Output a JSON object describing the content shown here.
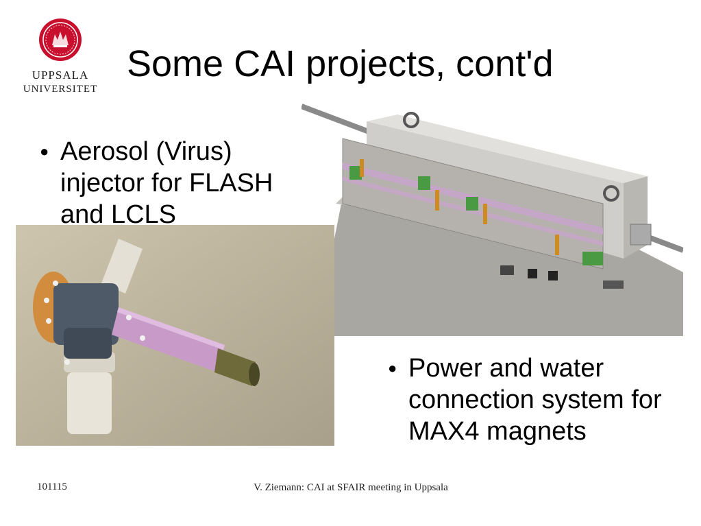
{
  "logo": {
    "line1": "UPPSALA",
    "line2": "UNIVERSITET",
    "color": "#c8102e"
  },
  "slide": {
    "title": "Some CAI projects, cont'd"
  },
  "bullets": [
    {
      "text": "Aerosol (Virus) injector for FLASH and LCLS"
    },
    {
      "text": "Power and water connection system for MAX4 magnets"
    }
  ],
  "footer": {
    "date": "101115",
    "center": "V. Ziemann: CAI at SFAIR meeting in Uppsala"
  }
}
